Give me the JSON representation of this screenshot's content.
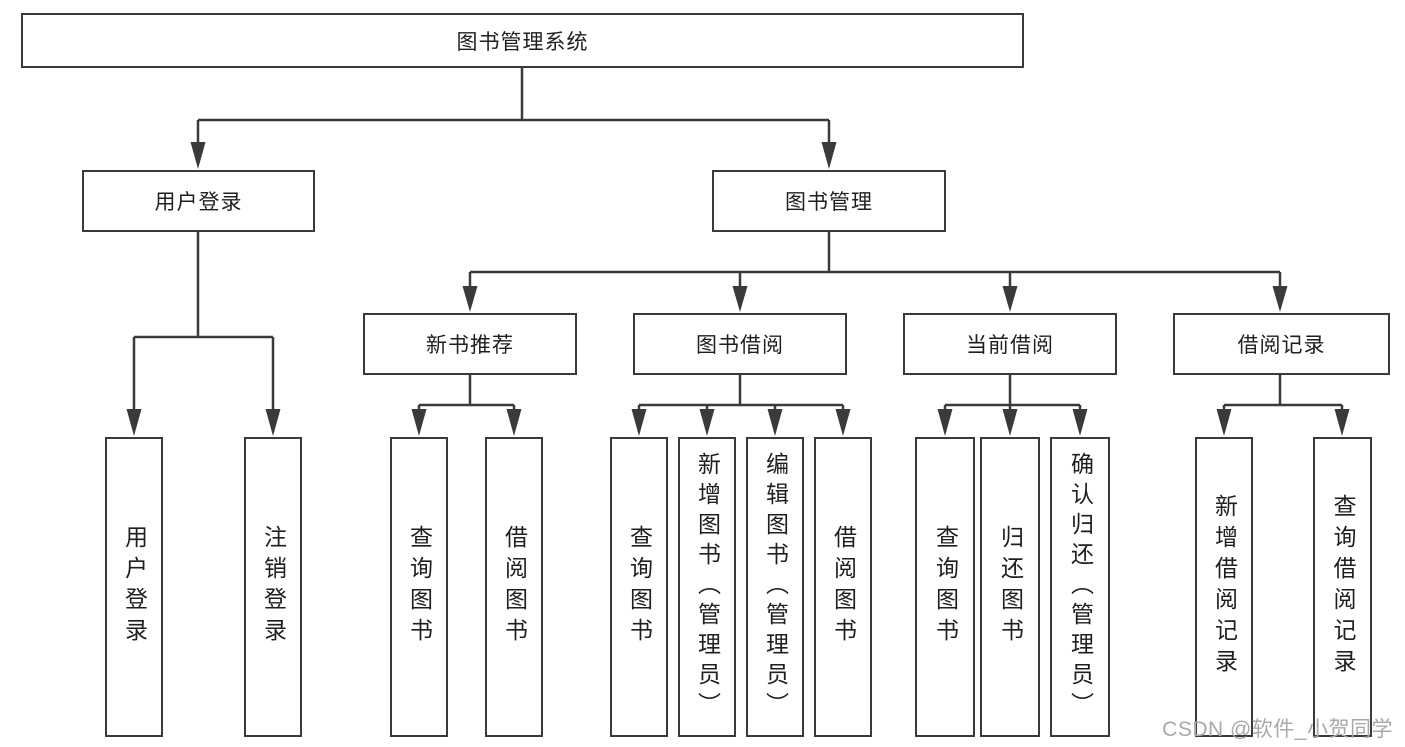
{
  "tree": {
    "label": "图书管理系统",
    "children": [
      {
        "label": "用户登录",
        "children": [
          {
            "label": "用户登录"
          },
          {
            "label": "注销登录"
          }
        ]
      },
      {
        "label": "图书管理",
        "children": [
          {
            "label": "新书推荐",
            "children": [
              {
                "label": "查询图书"
              },
              {
                "label": "借阅图书"
              }
            ]
          },
          {
            "label": "图书借阅",
            "children": [
              {
                "label": "查询图书"
              },
              {
                "label": "新增图书（管理员）"
              },
              {
                "label": "编辑图书（管理员）"
              },
              {
                "label": "借阅图书"
              }
            ]
          },
          {
            "label": "当前借阅",
            "children": [
              {
                "label": "查询图书"
              },
              {
                "label": "归还图书"
              },
              {
                "label": "确认归还（管理员）"
              }
            ]
          },
          {
            "label": "借阅记录",
            "children": [
              {
                "label": "新增借阅记录"
              },
              {
                "label": "查询借阅记录"
              }
            ]
          }
        ]
      }
    ]
  },
  "watermark": {
    "text": "CSDN @软件_小贺同学"
  },
  "colors": {
    "line": "#3a3a3a",
    "box_border": "#3a3a3a",
    "box_fill": "#ffffff",
    "text": "#1f1f1f",
    "watermark": "#a9a9a9",
    "background": "#ffffff"
  }
}
